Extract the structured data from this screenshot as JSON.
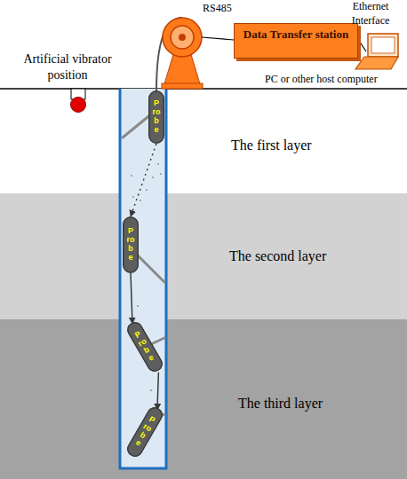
{
  "diagram": {
    "nodes": [
      {
        "text": [
          "Data Transfer station"
        ]
      },
      {
        "text": [
          "The first layer"
        ]
      },
      {
        "text": [
          "Probe"
        ],
        "in": 1
      },
      {
        "text": [
          "The second layer"
        ]
      },
      {
        "text": [
          "Probe"
        ],
        "in": 3
      },
      {
        "text": [
          "The third layer"
        ]
      },
      {
        "text": [
          "Probe"
        ],
        "in": 5
      },
      {
        "text": [
          "Probe"
        ],
        "in": 5
      }
    ],
    "edges": [
      {
        "from": 2,
        "to": 4,
        "arrow": "to"
      },
      {
        "from": 4,
        "to": 6,
        "arrow": "to"
      },
      {
        "from": 6,
        "to": 7,
        "arrow": "to"
      }
    ],
    "labels": [
      "Artificial vibrator position",
      "RS485",
      "Ethernet Interface",
      "PC or other host computer"
    ]
  }
}
